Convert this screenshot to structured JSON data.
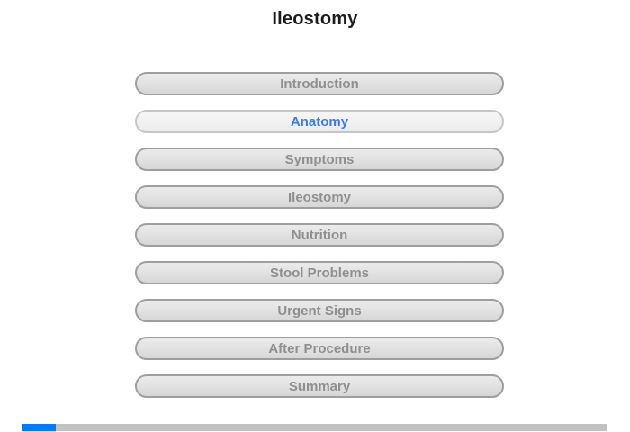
{
  "page": {
    "title": "Ileostomy"
  },
  "menu": {
    "items": [
      {
        "label": "Introduction",
        "active": false
      },
      {
        "label": "Anatomy",
        "active": true
      },
      {
        "label": "Symptoms",
        "active": false
      },
      {
        "label": "Ileostomy",
        "active": false
      },
      {
        "label": "Nutrition",
        "active": false
      },
      {
        "label": "Stool Problems",
        "active": false
      },
      {
        "label": "Urgent Signs",
        "active": false
      },
      {
        "label": "After Procedure",
        "active": false
      },
      {
        "label": "Summary",
        "active": false
      }
    ]
  },
  "progress": {
    "percent": 5.7
  },
  "colors": {
    "accent_blue": "#007bff",
    "active_text_blue": "#3b7cea",
    "button_text_gray": "#8f8f8f",
    "track_gray": "#c2c2c2",
    "title_color": "#1c1c1c"
  }
}
